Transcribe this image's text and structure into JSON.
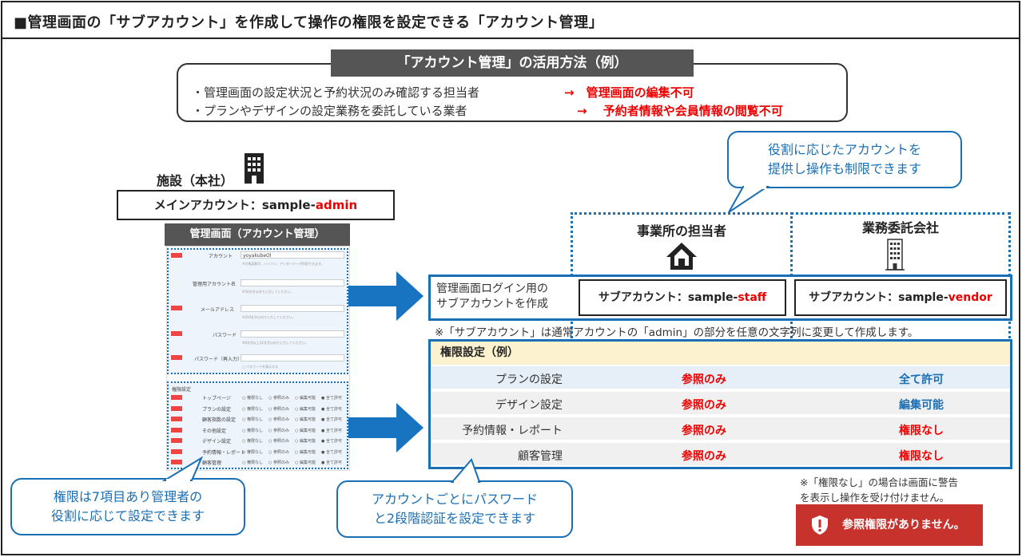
{
  "header": {
    "title": "■管理画面の「サブアカウント」を作成して操作の権限を設定できる「アカウント管理」"
  },
  "usage": {
    "title": "「アカウント管理」の活用方法（例）",
    "line1": "・管理画面の設定状況と予約状況のみ確認する担当者",
    "line1_result": "→　管理画面の編集不可",
    "line2": "・プランやデザインの設定業務を委託している業者",
    "line2_result": "→　 予約者情報や会員情報の閲覧不可"
  },
  "bubbles": {
    "role": [
      "役割に応じたアカウントを",
      "提供し操作も制限できます"
    ],
    "perm": [
      "権限は7項目あり管理者の",
      "役割に応じて設定できます"
    ],
    "password": [
      "アカウントごとにパスワード",
      "と2段階認証を設定できます"
    ]
  },
  "facility": {
    "label": "施設（本社）",
    "main_prefix": "メインアカウント：sample-",
    "main_suffix": "admin"
  },
  "admin_screen": {
    "title": "管理画面（アカウント管理）",
    "tag": "必須",
    "fields": [
      {
        "label": "アカウント",
        "value": "yoyakubeOl",
        "note": "※半角英数字、ハイフン、アンダーバーが利用できます。"
      },
      {
        "label": "管理用アカウント名",
        "value": "",
        "note": "※50文字以内で入力してください。"
      },
      {
        "label": "メールアドレス",
        "value": "",
        "note": "※250文字以内で入力してください。"
      },
      {
        "label": "パスワード",
        "value": "",
        "note": "※8文字以上32文字以内で入力してください。"
      },
      {
        "label": "パスワード（再入力）",
        "value": "",
        "note": "□ パスワードを表示する"
      }
    ],
    "perm_section": "権限設定",
    "perm_rows": [
      "トップページ",
      "プランの設定",
      "顧客指数の設定",
      "その他設定",
      "デザイン設定",
      "予約情報・レポート",
      "顧客管理"
    ],
    "radio_options": [
      "○ 権限なし",
      "○ 参照のみ",
      "○ 編集可能",
      "● 全て許可"
    ]
  },
  "columns": {
    "staff_head": "事業所の担当者",
    "vendor_head": "業務委託会社"
  },
  "login": {
    "label1": "管理画面ログイン用の",
    "label2": "サブアカウントを作成",
    "staff_prefix": "サブアカウント：sample-",
    "staff_suffix": "staff",
    "vendor_prefix": "サブアカウント：sample-",
    "vendor_suffix": "vendor"
  },
  "note1": "※「サブアカウント」は通常アカウントの「admin」の部分を任意の文字列に変更して作成します。",
  "permissions": {
    "title": "権限設定（例）",
    "rows": [
      {
        "name": "プランの設定",
        "staff": "参照のみ",
        "vendor": "全て許可",
        "vendor_color": "blue"
      },
      {
        "name": "デザイン設定",
        "staff": "参照のみ",
        "vendor": "編集可能",
        "vendor_color": "blue"
      },
      {
        "name": "予約情報・レポート",
        "staff": "参照のみ",
        "vendor": "権限なし",
        "vendor_color": "red"
      },
      {
        "name": "顧客管理",
        "staff": "参照のみ",
        "vendor": "権限なし",
        "vendor_color": "red"
      }
    ]
  },
  "note2": [
    "※「権限なし」の場合は画面に警告",
    "を表示し操作を受け付けません。"
  ],
  "warning": {
    "text": "参照権限がありません。"
  },
  "colors": {
    "accent_blue": "#1a6fb4",
    "alert_red": "#e00000",
    "warning_bg": "#c8322d",
    "header_gray": "#555555"
  }
}
